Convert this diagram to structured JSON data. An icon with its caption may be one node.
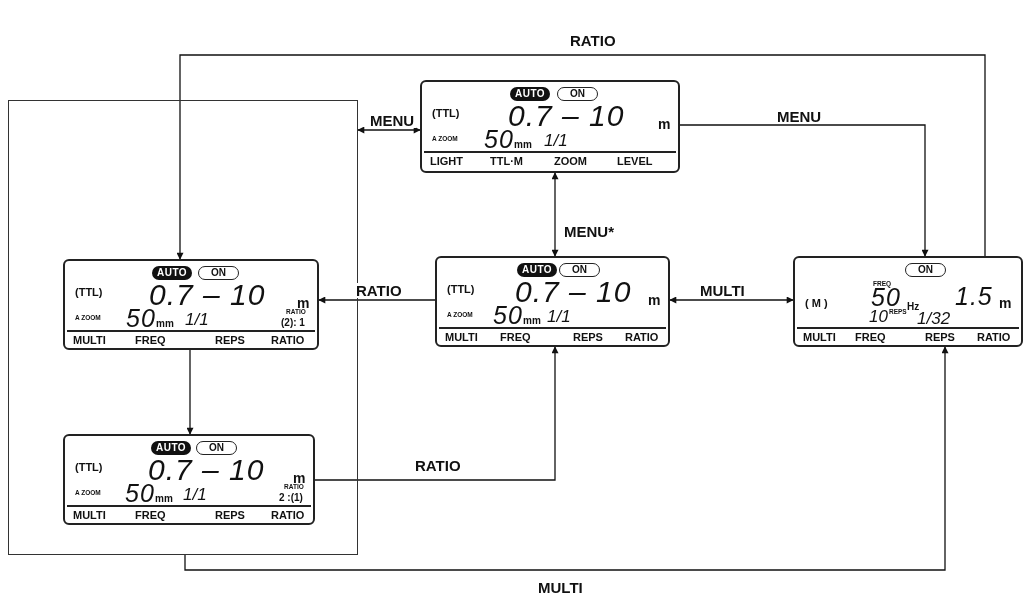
{
  "diagram": {
    "nodes": [
      {
        "text": [
          "AUTO",
          "ON",
          "(TTL)",
          "0.7 – 10",
          "m",
          "A ZOOM",
          "50",
          "mm",
          "1/1",
          "LIGHT",
          "TTL·M",
          "ZOOM",
          "LEVEL"
        ]
      },
      {
        "text": [],
        "shape": "box"
      },
      {
        "text": [
          "AUTO",
          "ON",
          "(TTL)",
          "0.7 – 10",
          "m",
          "A ZOOM",
          "50",
          "mm",
          "1/1",
          "RATIO",
          "(2): 1",
          "MULTI",
          "FREQ",
          "REPS",
          "RATIO"
        ],
        "in": 1
      },
      {
        "text": [
          "AUTO",
          "ON",
          "(TTL)",
          "0.7 – 10",
          "m",
          "A ZOOM",
          "50",
          "mm",
          "1/1",
          "RATIO",
          "2 :(1)",
          "MULTI",
          "FREQ",
          "REPS",
          "RATIO"
        ],
        "in": 1
      },
      {
        "text": [
          "AUTO",
          "ON",
          "(TTL)",
          "0.7 – 10",
          "m",
          "A ZOOM",
          "50",
          "mm",
          "1/1",
          "MULTI",
          "FREQ",
          "REPS",
          "RATIO"
        ]
      },
      {
        "text": [
          "ON",
          "( M )",
          "FREQ",
          "50",
          "Hz",
          "1.5",
          "m",
          "10",
          "REPS",
          "1/32",
          "MULTI",
          "FREQ",
          "REPS",
          "RATIO"
        ]
      }
    ],
    "edges": [
      {
        "from": 0,
        "to": 1,
        "arrow": "both",
        "label": "MENU"
      },
      {
        "from": 0,
        "to": 5,
        "arrow": "to",
        "label": "MENU"
      },
      {
        "from": 0,
        "to": 4,
        "arrow": "both",
        "label": "MENU*"
      },
      {
        "from": 4,
        "to": 2,
        "arrow": "to",
        "label": "RATIO"
      },
      {
        "from": 4,
        "to": 5,
        "arrow": "both",
        "label": "MULTI"
      },
      {
        "from": 5,
        "to": 2,
        "arrow": "to",
        "label": "RATIO"
      },
      {
        "from": 2,
        "to": 3,
        "arrow": "to"
      },
      {
        "from": 3,
        "to": 4,
        "arrow": "to",
        "label": "RATIO"
      },
      {
        "from": 1,
        "to": 5,
        "arrow": "to",
        "label": "MULTI"
      }
    ]
  }
}
